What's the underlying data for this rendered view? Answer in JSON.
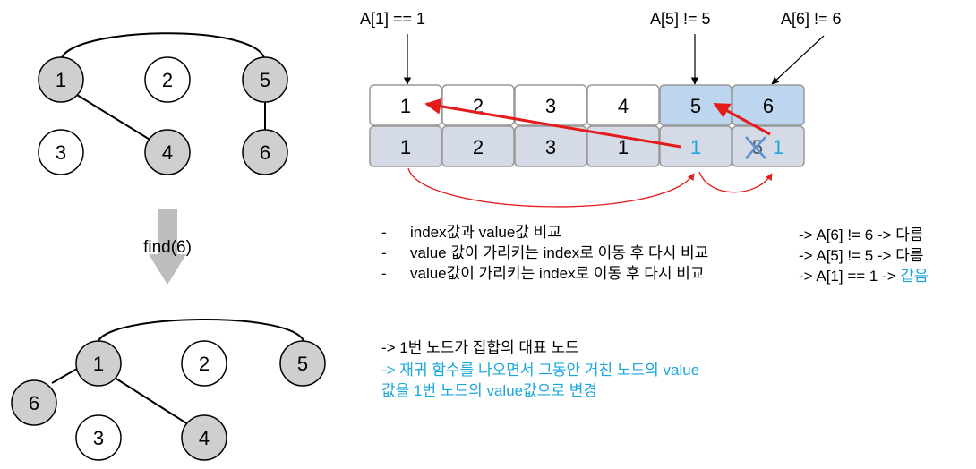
{
  "colors": {
    "node_gray": "#cfcfcf",
    "cell_top": "#ffffff",
    "cell_bottom": "#d4dbe6",
    "cell_highlight": "#bcd6ef",
    "arrow_red": "#e51a1a",
    "value_blue": "#1aa7dd",
    "cross_blue": "#5a8fd0",
    "find_arrow": "#bdbdbd"
  },
  "graph_before": {
    "nodes": [
      {
        "label": "1",
        "gray": true
      },
      {
        "label": "2",
        "gray": false
      },
      {
        "label": "5",
        "gray": true
      },
      {
        "label": "3",
        "gray": false
      },
      {
        "label": "4",
        "gray": true
      },
      {
        "label": "6",
        "gray": true
      }
    ]
  },
  "find_label": "find(6)",
  "graph_after": {
    "nodes": [
      {
        "label": "1",
        "gray": true
      },
      {
        "label": "2",
        "gray": false
      },
      {
        "label": "5",
        "gray": true
      },
      {
        "label": "6",
        "gray": true
      },
      {
        "label": "3",
        "gray": false
      },
      {
        "label": "4",
        "gray": true
      }
    ]
  },
  "array": {
    "index_row": [
      "1",
      "2",
      "3",
      "4",
      "5",
      "6"
    ],
    "value_row": [
      "1",
      "2",
      "3",
      "1",
      "1",
      "5"
    ],
    "new_value": "1"
  },
  "top_labels": {
    "a1": "A[1] == 1",
    "a5": "A[5] != 5",
    "a6": "A[6] != 6"
  },
  "steps": [
    {
      "bullet": "-",
      "text": "index값과 value값 비교",
      "result": "-> A[6] != 6 -> 다름",
      "result_tail": ""
    },
    {
      "bullet": "-",
      "text": "value 값이 가리키는 index로 이동 후 다시 비교",
      "result": "-> A[5] != 5 -> 다름",
      "result_tail": ""
    },
    {
      "bullet": "-",
      "text": "value값이 가리키는 index로 이동 후 다시 비교",
      "result": "-> A[1] == 1 -> ",
      "result_tail": "같음"
    }
  ],
  "notes": {
    "line1": "-> 1번 노드가 집합의 대표 노드",
    "line2": "-> 재귀 함수를 나오면서 그동안 거친 노드의 value",
    "line3": "값을 1번 노드의 value값으로 변경"
  }
}
